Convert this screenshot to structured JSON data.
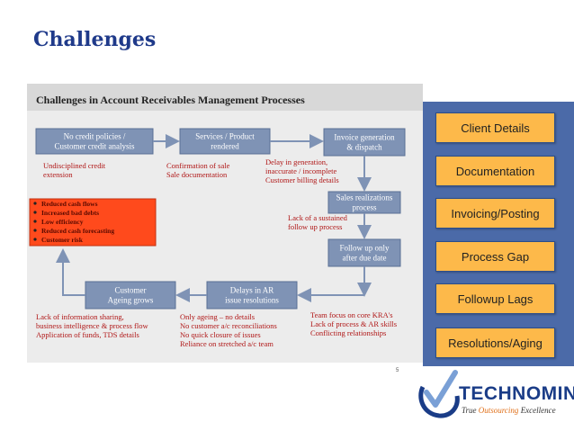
{
  "slide": {
    "title": "Challenges"
  },
  "diagram": {
    "header": "Challenges in Account Receivables Management Processes",
    "nodes": [
      {
        "id": "n1",
        "lines": [
          "No credit policies /",
          "Customer credit analysis"
        ]
      },
      {
        "id": "n2",
        "lines": [
          "Services / Product",
          "rendered"
        ]
      },
      {
        "id": "n3",
        "lines": [
          "Invoice generation",
          "&  dispatch"
        ]
      },
      {
        "id": "n4",
        "lines": [
          "Sales realizations",
          "process"
        ]
      },
      {
        "id": "n5",
        "lines": [
          "Follow up only",
          "after due date"
        ]
      },
      {
        "id": "n6",
        "lines": [
          "Delays in AR",
          "issue resolutions"
        ]
      },
      {
        "id": "n7",
        "lines": [
          "Customer",
          "Ageing grows"
        ]
      }
    ],
    "notes": [
      {
        "id": "t1",
        "lines": [
          "Undisciplined credit",
          "extension"
        ]
      },
      {
        "id": "t2",
        "lines": [
          "Confirmation of sale",
          "Sale documentation"
        ]
      },
      {
        "id": "t3",
        "lines": [
          "Delay    in    generation,",
          "inaccurate / incomplete",
          "Customer billing details"
        ]
      },
      {
        "id": "t4",
        "lines": [
          "Lack of  a sustained",
          "follow up process"
        ]
      },
      {
        "id": "t5",
        "lines": [
          "Team focus on core KRA's",
          "Lack of process & AR skills",
          "Conflicting relationships"
        ]
      },
      {
        "id": "t6",
        "lines": [
          "Only ageing – no details",
          "No customer a/c reconciliations",
          "No quick closure of issues",
          "Reliance on stretched a/c team"
        ]
      },
      {
        "id": "t7",
        "lines": [
          "Lack of information sharing,",
          "business intelligence & process flow",
          "Application of funds, TDS details"
        ]
      }
    ],
    "impacts": [
      "Reduced cash flows",
      "Increased bad debts",
      "Low efficiency",
      "Reduced cash forecasting",
      "Customer risk"
    ],
    "page_mark": "5",
    "colors": {
      "node_fill": "#7f93b5",
      "node_stroke": "#5a6f95",
      "note_text": "#b01717",
      "impact_fill": "#ff4a1c",
      "header_bg": "#d8d8d8"
    }
  },
  "sidebar": {
    "items": [
      "Client Details",
      "Documentation",
      "Invoicing/Posting",
      "Process Gap",
      "Followup Lags",
      "Resolutions/Aging"
    ]
  },
  "brand": {
    "name": "TECHNOMINE",
    "tagline_pre": "True ",
    "tagline_highlight": "Outsourcing",
    "tagline_post": " Excellence"
  }
}
